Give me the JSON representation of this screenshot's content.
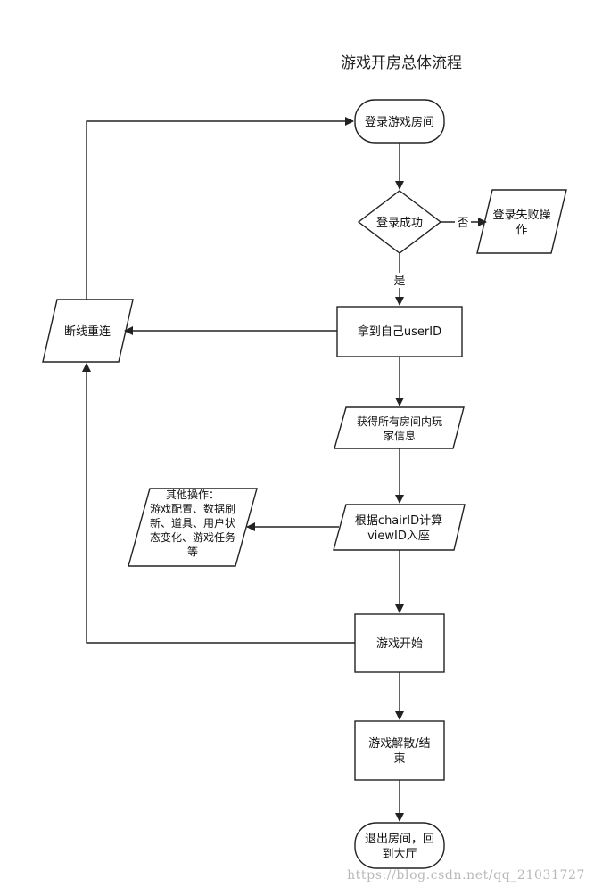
{
  "diagram": {
    "title": "游戏开房总体流程",
    "nodes": {
      "login_room": "登录游戏房间",
      "login_success": "登录成功",
      "login_fail": [
        "登录失败操",
        "作"
      ],
      "get_userid": "拿到自己userID",
      "reconnect": "断线重连",
      "get_players": [
        "获得所有房间内玩",
        "家信息"
      ],
      "seat": [
        "根据chairID计算",
        "viewID入座"
      ],
      "other_ops": [
        "其他操作：",
        "游戏配置、数据刷",
        "新、道具、用户状",
        "态变化、游戏任务",
        "等"
      ],
      "game_start": "游戏开始",
      "game_end": [
        "游戏解散/结",
        "束"
      ],
      "exit_room": [
        "退出房间，回",
        "到大厅"
      ]
    },
    "edges": {
      "no": "否",
      "yes": "是"
    }
  },
  "watermark": "https://blog.csdn.net/qq_21031727"
}
